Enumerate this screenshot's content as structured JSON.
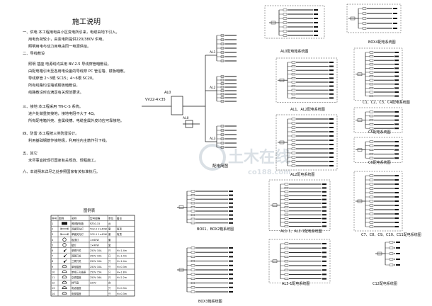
{
  "notes": {
    "title": "施工说明",
    "lines": [
      "一、供电 本工程用电由小区变电所引来，电缆由地下引入。",
      "用电负荷较小，由变电所提供220/380V 供电，",
      "照明用电与动力用电由同一电源供给。",
      "二、导线敷设",
      "照明 插座 电源线均采用 BV-2.5 导线穿管暗敷设。",
      "由配电箱引出至各用电设备的导线穿 PC 管沿墙、楼板暗敷。",
      "导线穿管 2~3根 SC15；4~6根 SC20。",
      "所有线路均沿墙或楼板暗敷设，",
      "线路敷设时应满足有关规范要求。",
      "三、接地 本工程采用 TN-C-S 系统。",
      "进户处做重复接地，接地电阻不大于 4Ω。",
      "所有配电箱外壳、金属线槽、电缆金属外皮均应可靠接地。",
      "四、防雷 本工程按三类防雷设计。",
      "利用基础钢筋作接地极，利用柱内主筋作引下线。",
      "五、其它",
      "未尽事宜按现行国家有关规范、规程施工。",
      "六、本说明未详尽之处参照国家有关标准执行。"
    ]
  },
  "legend": {
    "title": "图例表",
    "headers": [
      "序号",
      "图例",
      "名称",
      "型号规格",
      "单位",
      "备注"
    ],
    "rows": [
      [
        "1",
        "",
        "照明配电箱",
        "PZ30-15",
        "台",
        ""
      ],
      [
        "2",
        "",
        "双管荧光灯",
        "YG2-2 2×40W",
        "套",
        "吸顶"
      ],
      [
        "3",
        "",
        "单管荧光灯",
        "YG2-1 1×40W",
        "套",
        "吸顶"
      ],
      [
        "4",
        "",
        "吸顶灯",
        "1×60W",
        "套",
        ""
      ],
      [
        "5",
        "",
        "壁灯",
        "1×40W",
        "套",
        ""
      ],
      [
        "6",
        "",
        "单联开关",
        "250V 10A",
        "只",
        "H=1.4m"
      ],
      [
        "7",
        "",
        "双联开关",
        "250V 10A",
        "只",
        "H=1.4m"
      ],
      [
        "8",
        "",
        "三联开关",
        "250V 10A",
        "只",
        "H=1.4m"
      ],
      [
        "9",
        "",
        "单相插座",
        "250V 10A",
        "只",
        "H=0.3m"
      ],
      [
        "10",
        "",
        "单相三孔插座",
        "250V 15A",
        "只",
        "H=1.8m"
      ],
      [
        "11",
        "",
        "空调插座",
        "250V 16A",
        "只",
        "H=2.2m"
      ],
      [
        "12",
        "",
        "排气扇",
        "220V",
        "台",
        ""
      ],
      [
        "13",
        "",
        "电话插座",
        "",
        "只",
        "H=0.3m"
      ],
      [
        "14",
        "",
        "电视插座",
        "",
        "只",
        "H=0.3m"
      ]
    ]
  },
  "diagram_labels": {
    "main_cable": "VV22-4×35",
    "main_panel": "AL0",
    "sub_panels": [
      "AL1",
      "AL2",
      "AL3"
    ],
    "aux_panel": "AL0",
    "distribution_caption": "配电简图"
  },
  "panels": {
    "al0_caption": "AL0配电箱系统图",
    "ap_caption": "BOX1、BOX2箱系统图",
    "bm_caption": "BOX3箱系统图",
    "al1_caption": "AL1、AL2配电系统图",
    "al2_caption": "AL2配电系统图",
    "al3_caption": "AL1-1、AL2-1配电系统图",
    "al4_caption": "AL3-1配电系统图",
    "r1_caption": "BOX4配电系统图",
    "r2_caption": "C1、C2、C3、C4配电系统图",
    "r3_caption": "C5配电系统图",
    "r4_caption": "C6配电系统图",
    "r5_caption": "C7、C8、C9、C10、C11配电系统图",
    "r6_caption": "C12配电系统图"
  },
  "watermark": "土木在线",
  "watermark_sub": "co188.com"
}
